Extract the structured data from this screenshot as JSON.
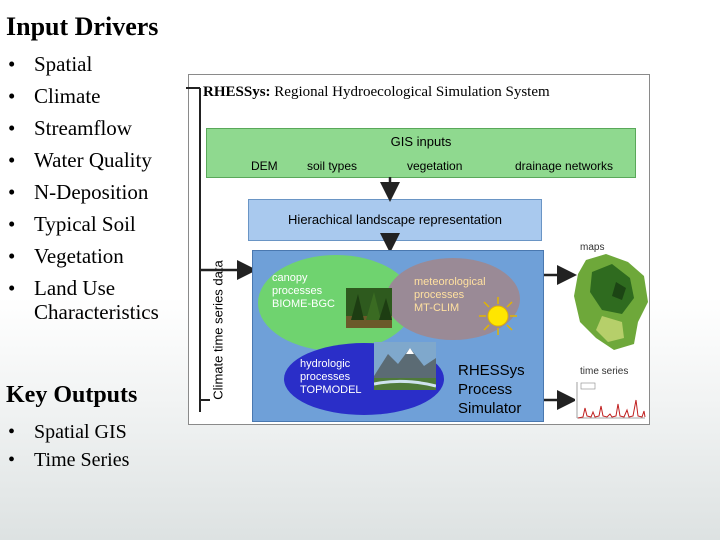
{
  "input_drivers": {
    "heading": "Input Drivers",
    "items": [
      "Spatial",
      "Climate",
      "Streamflow",
      "Water Quality",
      "N-Deposition",
      "Typical Soil",
      "Vegetation",
      "Land Use"
    ],
    "continuation": "Characteristics",
    "bullet": "•"
  },
  "key_outputs": {
    "heading": "Key Outputs",
    "items": [
      "Spatial GIS",
      "Time Series"
    ]
  },
  "diagram": {
    "title_bold": "RHESSys:",
    "title_rest": " Regional Hydroecological Simulation System",
    "gis_title": "GIS inputs",
    "gis_items": [
      "DEM",
      "soil types",
      "vegetation",
      "drainage networks"
    ],
    "hierarchy": "Hierachical landscape representation",
    "climate": "Climate time series data",
    "canopy": [
      "canopy",
      "processes",
      "BIOME-BGC"
    ],
    "meteorological": [
      "meteorological",
      "processes",
      "MT-CLIM"
    ],
    "hydrologic": [
      "hydrologic",
      "processes",
      "TOPMODEL"
    ],
    "simulator": [
      "RHESSys",
      "Process",
      "Simulator"
    ],
    "maps_label": "maps",
    "time_series_label": "time series",
    "colors": {
      "gis": "#8fd98f",
      "hierarchy": "#a9c9ee",
      "simulator": "#6fa0d8",
      "canopy": "#6fd36f",
      "meteorological": "#9a8a96",
      "hydrologic": "#2a2ec8",
      "series_line": "#c02020"
    }
  }
}
